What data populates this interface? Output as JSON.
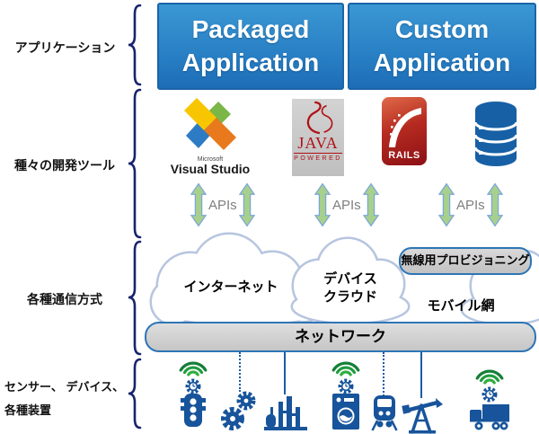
{
  "left_labels": {
    "application": "アプリケーション",
    "dev_tools": "種々の開発ツール",
    "comm_methods": "各種通信方式",
    "sensors_line1": "センサー、 デバイス、",
    "sensors_line2": "各種装置"
  },
  "app_boxes": [
    {
      "line1": "Packaged",
      "line2": "Application"
    },
    {
      "line1": "Custom",
      "line2": "Application"
    }
  ],
  "dev_tools": {
    "visual_studio": {
      "brand": "Microsoft",
      "name": "Visual Studio"
    },
    "java": {
      "name": "JAVA",
      "subtitle": "POWERED"
    },
    "rails": {
      "label": "RAILS"
    },
    "database": {
      "icon": "database-stack-icon"
    }
  },
  "apis": {
    "label": "APIs"
  },
  "network_layer": {
    "internet_cloud": "インターネット",
    "device_cloud_line1": "デバイス",
    "device_cloud_line2": "クラウド",
    "provisioning_box": "無線用プロビジョニング",
    "mobile_network": "モバイル網",
    "network_bar": "ネットワーク"
  },
  "device_icons": [
    "traffic-light",
    "gears",
    "factory",
    "washing-machine",
    "train",
    "oil-pump",
    "truck"
  ],
  "colors": {
    "app_box_top": "#3b97d3",
    "app_box_bottom": "#1d6db6",
    "brace_navy": "#17246e",
    "icon_blue": "#17549b",
    "wifi_green": "#1f9c3f",
    "api_arrow_fill": "#a8d08d",
    "api_arrow_stroke": "#7ba7d7",
    "cloud_outline": "#b7c5e0",
    "gray_fill": "#c9c9c9",
    "gray_border": "#2e75b6"
  }
}
